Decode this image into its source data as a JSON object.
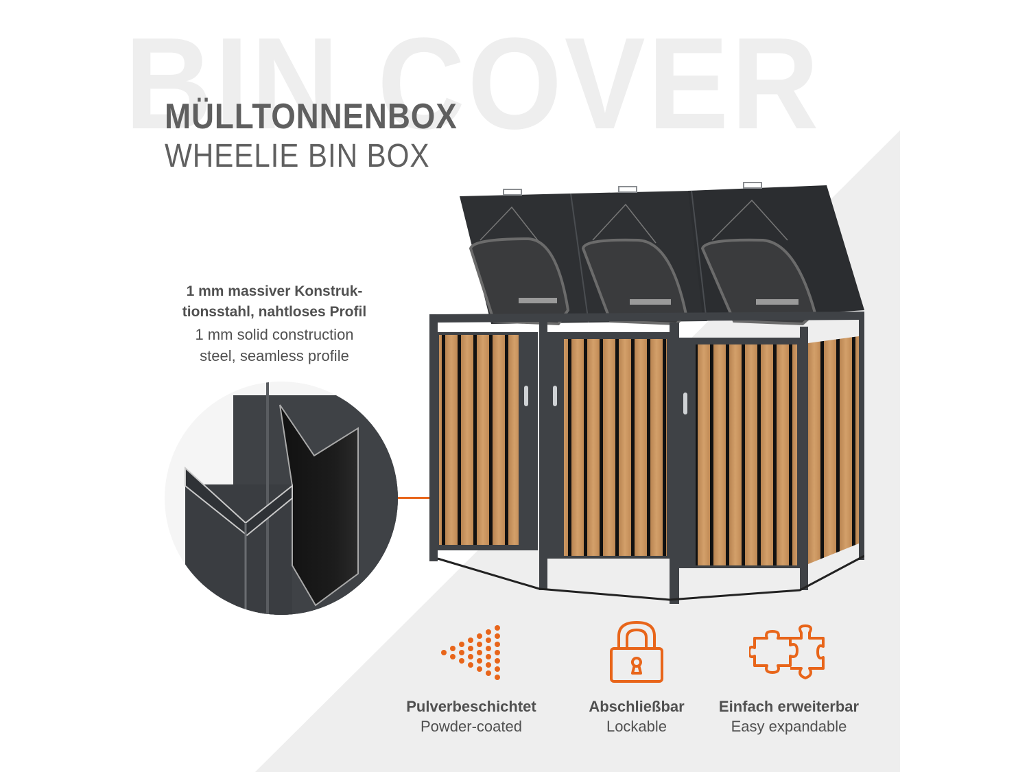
{
  "header": {
    "watermark": "BIN COVER",
    "title_de": "MÜLLTONNENBOX",
    "title_en": "WHEELIE BIN BOX"
  },
  "callout": {
    "text_de_line1": "1 mm massiver Konstruk-",
    "text_de_line2": "tionsstahl, nahtloses Profil",
    "text_en_line1": "1 mm solid construction",
    "text_en_line2": "steel, seamless profile"
  },
  "product": {
    "description": "3-bin wheelie bin box, anthracite steel frame with wood-look slats, lids open",
    "compartments": 3
  },
  "features": [
    {
      "icon": "spray-dots-icon",
      "label_de": "Pulverbeschichtet",
      "label_en": "Powder-coated"
    },
    {
      "icon": "padlock-icon",
      "label_de": "Abschließbar",
      "label_en": "Lockable"
    },
    {
      "icon": "puzzle-icon",
      "label_de": "Einfach erweiterbar",
      "label_en": "Easy expandable"
    }
  ],
  "colors": {
    "accent": "#e8651a",
    "heading": "#5f5f5f",
    "text": "#505050",
    "background_shape": "#eeeeee",
    "frame": "#3f4246",
    "wood": "#c8935a"
  }
}
